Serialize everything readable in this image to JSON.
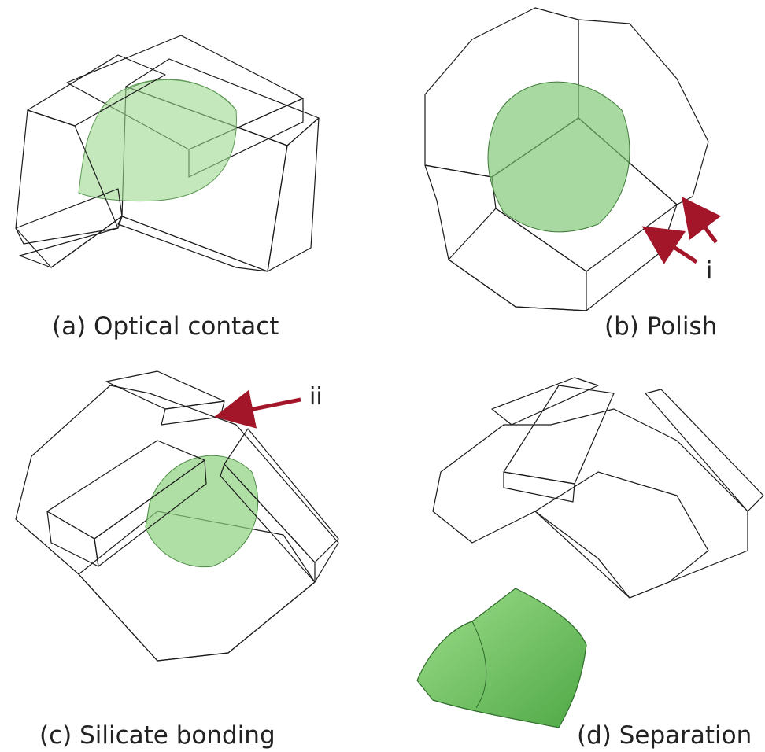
{
  "captions": {
    "a": "(a) Optical contact",
    "b": "(b) Polish",
    "c": "(c) Silicate bonding",
    "d": "(d) Separation"
  },
  "annotations": {
    "i": "i",
    "ii": "ii"
  },
  "colors": {
    "crystal_fill": "#e6e3ea",
    "crystal_shade": "#9a9a9a",
    "gain_green": "#7ccc6e",
    "bond_purple": "#6b63ad",
    "arrow_red": "#a3162a"
  }
}
